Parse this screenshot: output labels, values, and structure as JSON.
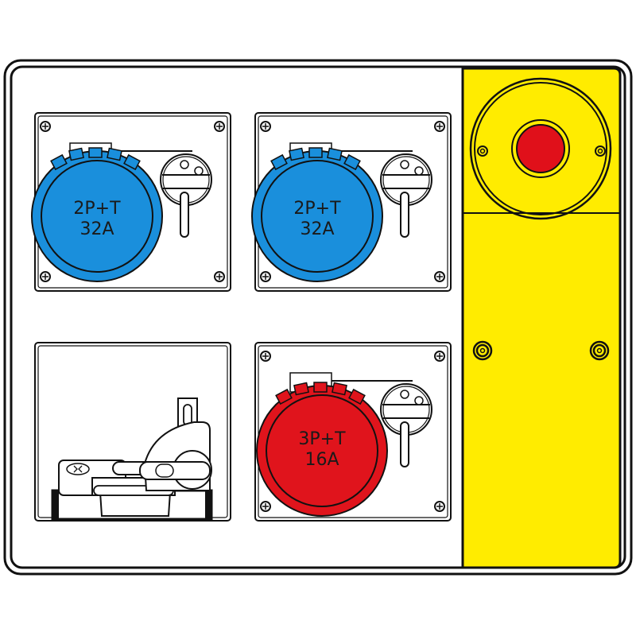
{
  "panel": {
    "colors": {
      "enclosure": "#ffffff",
      "outline": "#111111",
      "blue_socket": "#1a8fdc",
      "red_socket": "#e0141c",
      "yellow_panel": "#ffec00",
      "emergency_button": "#e0101a"
    },
    "sockets": [
      {
        "id": "socket-1",
        "type": "2P+T",
        "rating": "32A",
        "color": "blue"
      },
      {
        "id": "socket-2",
        "type": "2P+T",
        "rating": "32A",
        "color": "blue"
      },
      {
        "id": "socket-3",
        "type": "3P+T",
        "rating": "16A",
        "color": "red"
      }
    ],
    "breaker_module": {
      "id": "circuit-breaker"
    },
    "emergency_stop": {
      "id": "emergency-stop-button",
      "color": "red"
    }
  }
}
